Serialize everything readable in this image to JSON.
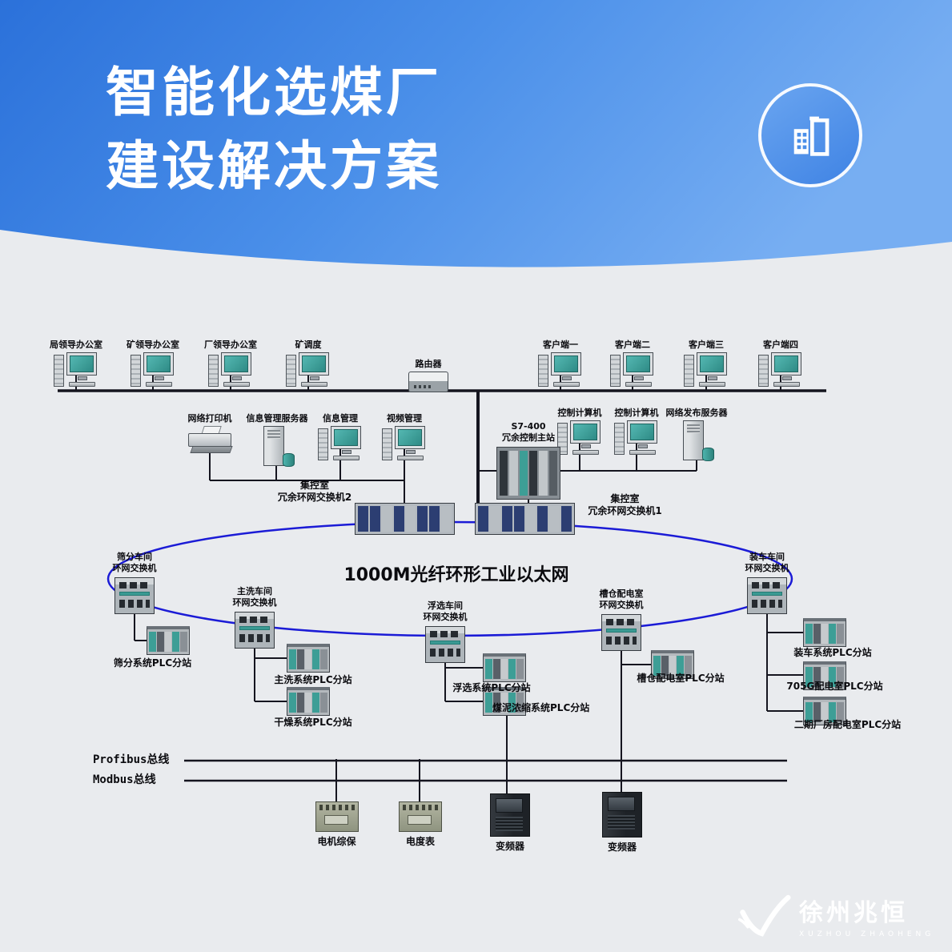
{
  "header": {
    "title_line1": "智能化选煤厂",
    "title_line2": "建设解决方案"
  },
  "diagram": {
    "ring_title": "1000M光纤环形工业以太网",
    "router": "路由器",
    "top_workstations": [
      {
        "label": "局领导办公室"
      },
      {
        "label": "矿领导办公室"
      },
      {
        "label": "厂领导办公室"
      },
      {
        "label": "矿调度"
      },
      {
        "label": "客户端一"
      },
      {
        "label": "客户端二"
      },
      {
        "label": "客户端三"
      },
      {
        "label": "客户端四"
      }
    ],
    "info_devices": [
      {
        "label": "网络打印机"
      },
      {
        "label": "信息管理服务器"
      },
      {
        "label": "信息管理"
      },
      {
        "label": "视频管理"
      }
    ],
    "control_devices": [
      {
        "label": "控制计算机"
      },
      {
        "label": "控制计算机"
      },
      {
        "label": "网络发布服务器"
      }
    ],
    "s7_station": {
      "line1": "S7-400",
      "line2": "冗余控制主站"
    },
    "core_switch_left": {
      "line1": "集控室",
      "line2": "冗余环网交换机2"
    },
    "core_switch_right": {
      "line1": "集控室",
      "line2": "冗余环网交换机1"
    },
    "ring_switches": [
      {
        "line1": "筛分车间",
        "line2": "环网交换机"
      },
      {
        "line1": "主洗车间",
        "line2": "环网交换机"
      },
      {
        "line1": "浮选车间",
        "line2": "环网交换机"
      },
      {
        "line1": "槽仓配电室",
        "line2": "环网交换机"
      },
      {
        "line1": "装车车间",
        "line2": "环网交换机"
      }
    ],
    "plc_stations": [
      "筛分系统PLC分站",
      "主洗系统PLC分站",
      "干燥系统PLC分站",
      "浮选系统PLC分站",
      "煤泥浓缩系统PLC分站",
      "槽仓配电室PLC分站",
      "装车系统PLC分站",
      "705G配电室PLC分站",
      "二期厂房配电室PLC分站"
    ],
    "field_buses": {
      "profibus": "Profibus总线",
      "modbus": "Modbus总线"
    },
    "bottom_devices": [
      {
        "label": "电机综保"
      },
      {
        "label": "电度表"
      },
      {
        "label": "变频器"
      },
      {
        "label": "变频器"
      }
    ]
  },
  "footer": {
    "brand_cn": "徐州兆恒",
    "brand_en": "XUZHOU ZHAOHENG"
  },
  "colors": {
    "header_blue_start": "#2b71da",
    "header_blue_end": "#77aef2",
    "ring_blue": "#1b1bd6",
    "wire_dark": "#15151f",
    "screen_teal": "#3fa8a2",
    "background_gray": "#e9ebee"
  }
}
